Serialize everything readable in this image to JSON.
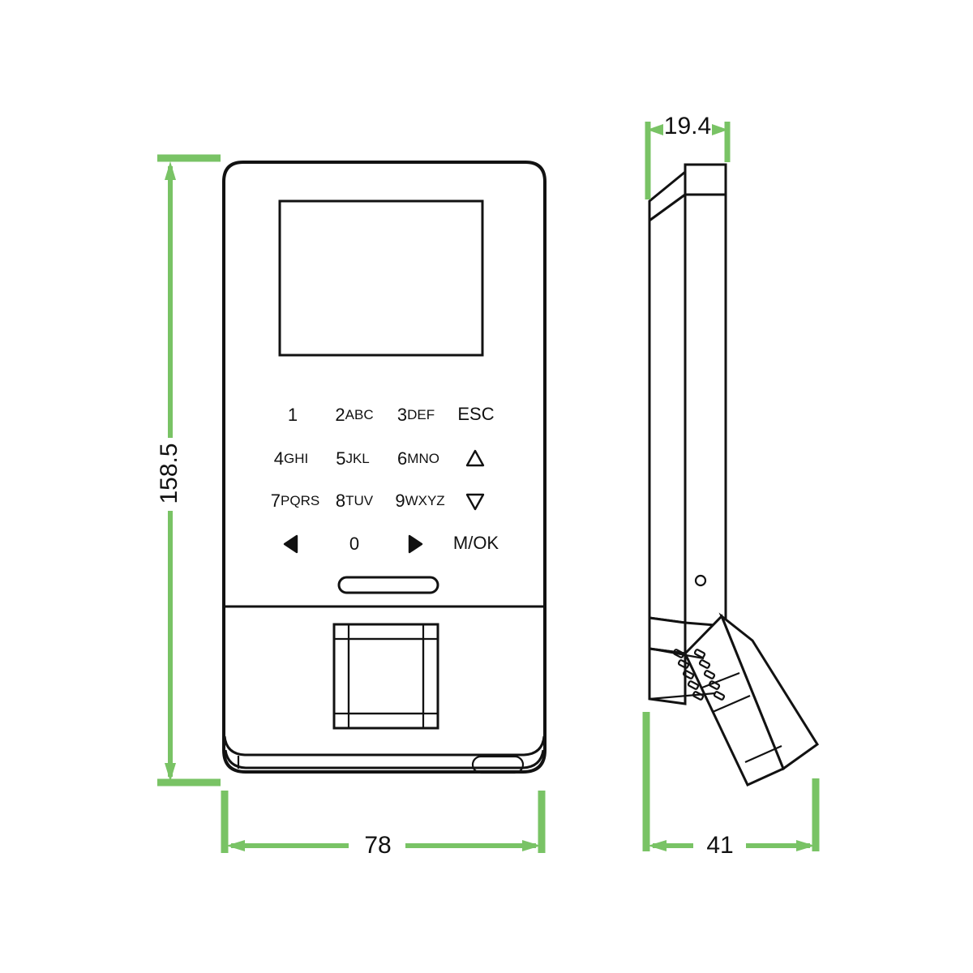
{
  "drawing": {
    "title": "Biometric Terminal Dimension Drawing",
    "units": "mm",
    "line_color": "#121212",
    "dimension_color": "#79C365",
    "background": "#ffffff"
  },
  "dimensions": {
    "front_height": "158.5",
    "front_width": "78",
    "side_depth_top": "19.4",
    "side_depth_base": "41"
  },
  "front_view": {
    "name": "front-view",
    "screen": {
      "name": "display-screen"
    },
    "speaker_slot": {
      "name": "speaker-slot"
    },
    "fingerprint_sensor": {
      "name": "fingerprint-sensor"
    },
    "bottom_port": {
      "name": "bottom-port"
    },
    "keypad": {
      "rows": [
        [
          {
            "key": "key-1",
            "digit": "1",
            "letters": ""
          },
          {
            "key": "key-2",
            "digit": "2",
            "letters": "ABC"
          },
          {
            "key": "key-3",
            "digit": "3",
            "letters": "DEF"
          },
          {
            "key": "key-esc",
            "digit": "ESC",
            "letters": ""
          }
        ],
        [
          {
            "key": "key-4",
            "digit": "4",
            "letters": "GHI"
          },
          {
            "key": "key-5",
            "digit": "5",
            "letters": "JKL"
          },
          {
            "key": "key-6",
            "digit": "6",
            "letters": "MNO"
          },
          {
            "key": "key-up",
            "digit": "",
            "letters": "",
            "icon": "triangle-up-icon"
          }
        ],
        [
          {
            "key": "key-7",
            "digit": "7",
            "letters": "PQRS"
          },
          {
            "key": "key-8",
            "digit": "8",
            "letters": "TUV"
          },
          {
            "key": "key-9",
            "digit": "9",
            "letters": "WXYZ"
          },
          {
            "key": "key-down",
            "digit": "",
            "letters": "",
            "icon": "triangle-down-icon"
          }
        ],
        [
          {
            "key": "key-left",
            "digit": "",
            "letters": "",
            "icon": "triangle-left-icon"
          },
          {
            "key": "key-0",
            "digit": "0",
            "letters": ""
          },
          {
            "key": "key-right",
            "digit": "",
            "letters": "",
            "icon": "triangle-right-icon"
          },
          {
            "key": "key-mok",
            "digit": "M/OK",
            "letters": ""
          }
        ]
      ]
    }
  },
  "side_view": {
    "name": "side-view",
    "mounting_bracket": {
      "name": "mounting-bracket"
    },
    "vent_slots": {
      "name": "vent-slots"
    },
    "screw_hole": {
      "name": "screw-hole"
    }
  },
  "keypad_flat": {
    "r0c0": "1",
    "r0c1d": "2",
    "r0c1l": "ABC",
    "r0c2d": "3",
    "r0c2l": "DEF",
    "r0c3": "ESC",
    "r1c0d": "4",
    "r1c0l": "GHI",
    "r1c1d": "5",
    "r1c1l": "JKL",
    "r1c2d": "6",
    "r1c2l": "MNO",
    "r2c0d": "7",
    "r2c0l": "PQRS",
    "r2c1d": "8",
    "r2c1l": "TUV",
    "r2c2d": "9",
    "r2c2l": "WXYZ",
    "r3c1": "0",
    "r3c3": "M/OK"
  }
}
